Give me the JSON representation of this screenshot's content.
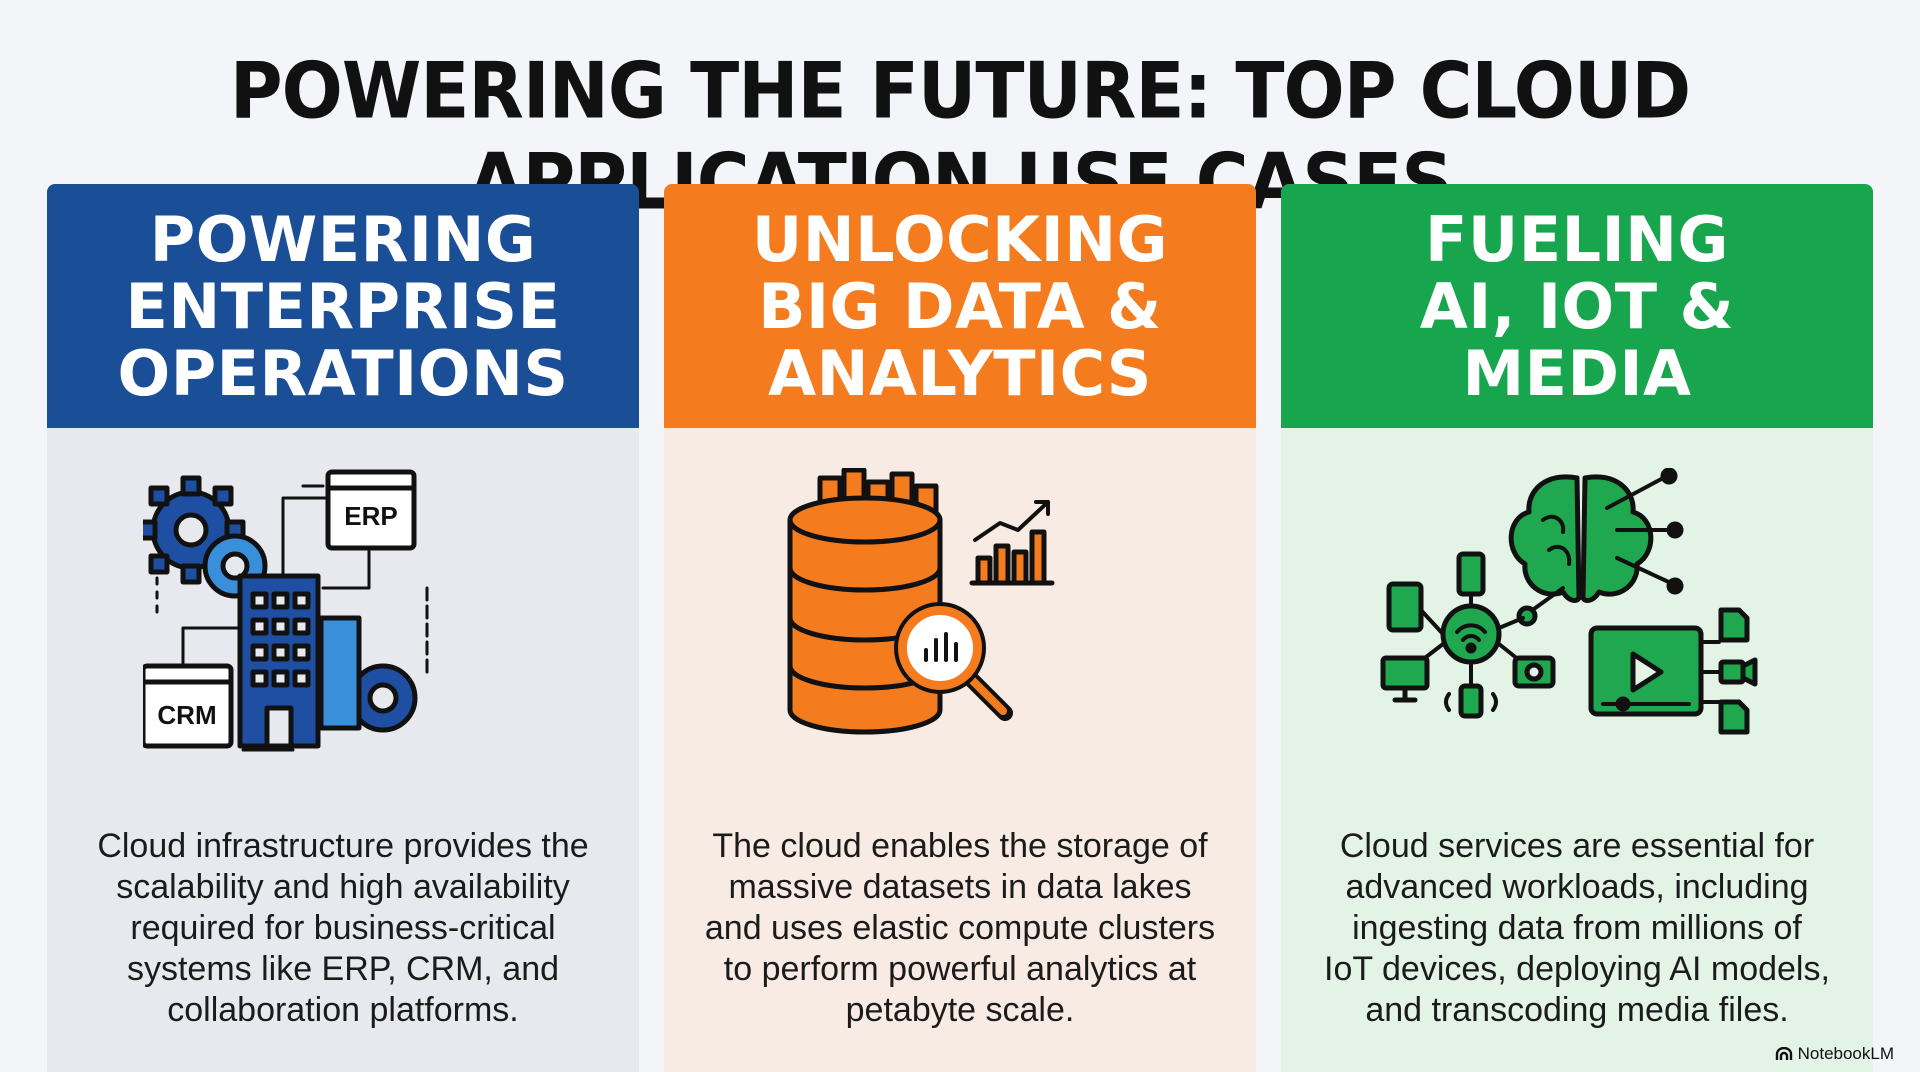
{
  "title": "POWERING THE FUTURE: TOP CLOUD APPLICATION USE CASES",
  "cards": [
    {
      "heading": "POWERING\nENTERPRISE\nOPERATIONS",
      "icon": "enterprise-operations-icon",
      "labels": {
        "erp": "ERP",
        "crm": "CRM"
      },
      "text": "Cloud infrastructure provides the\nscalability and high availability\nrequired for business-critical\nsystems like ERP, CRM, and\ncollaboration platforms."
    },
    {
      "heading": "UNLOCKING\nBIG DATA &\nANALYTICS",
      "icon": "big-data-analytics-icon",
      "text": "The cloud enables the storage of\nmassive datasets in data lakes\nand uses elastic compute clusters\nto perform powerful analytics at\npetabyte scale."
    },
    {
      "heading": "FUELING\nAI, IOT &\nMEDIA",
      "icon": "ai-iot-media-icon",
      "text": "Cloud services are essential for\nadvanced workloads, including\ningesting data from millions of\nIoT devices, deploying AI models,\nand transcoding media files."
    }
  ],
  "brand": {
    "label": "NotebookLM",
    "icon": "notebooklm-logo-icon"
  },
  "colors": {
    "blue": "#1a4f97",
    "orange": "#f47c1f",
    "green": "#17a64e"
  }
}
